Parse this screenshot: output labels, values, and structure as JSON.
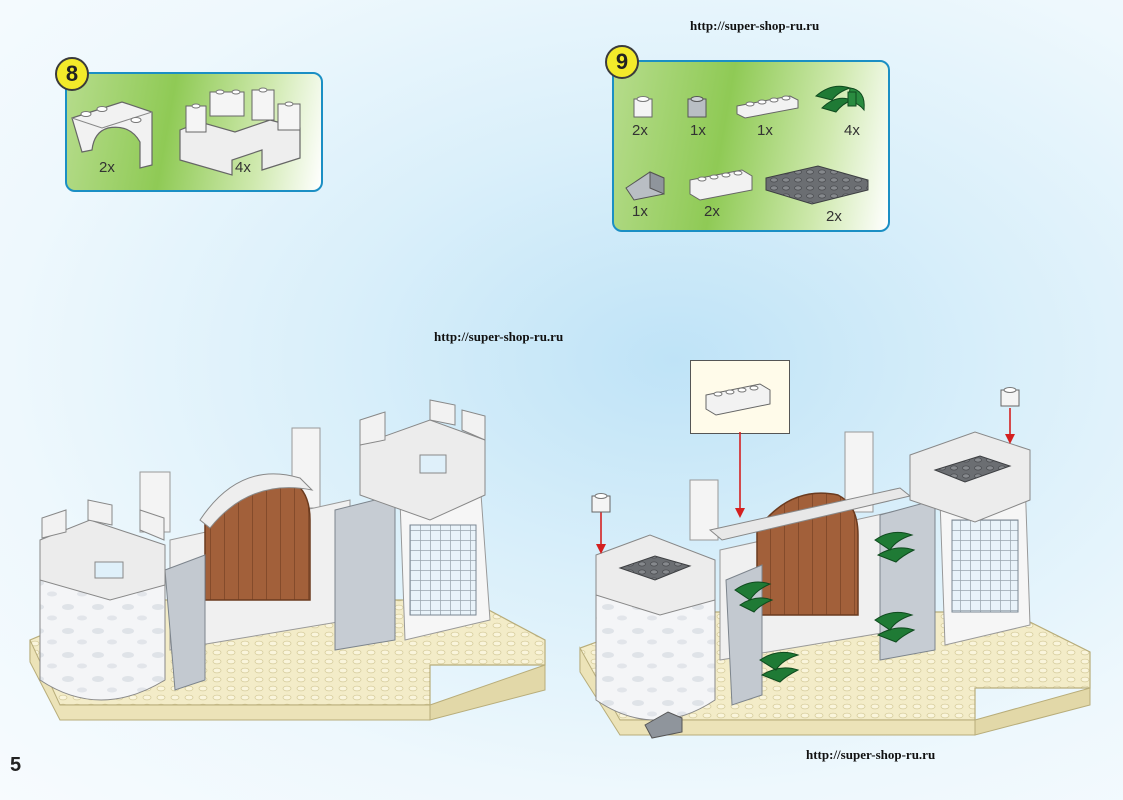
{
  "urls": {
    "top_right": "http://super-shop-ru.ru",
    "middle": "http://super-shop-ru.ru",
    "bottom_right": "http://super-shop-ru.ru"
  },
  "page_number": "5",
  "step8": {
    "number": "8",
    "parts": [
      {
        "icon": "arch-brick-icon",
        "qty": "2x"
      },
      {
        "icon": "battlement-wall-icon",
        "qty": "4x"
      }
    ]
  },
  "step9": {
    "number": "9",
    "parts": [
      {
        "icon": "white-brick-1x1-icon",
        "qty": "2x"
      },
      {
        "icon": "gray-brick-1x1-icon",
        "qty": "1x"
      },
      {
        "icon": "white-plate-1x4-icon",
        "qty": "1x"
      },
      {
        "icon": "palm-leaf-icon",
        "qty": "4x"
      },
      {
        "icon": "gray-slope-icon",
        "qty": "1x"
      },
      {
        "icon": "white-brick-1x4-icon",
        "qty": "2x"
      },
      {
        "icon": "dark-gray-plate-icon",
        "qty": "2x"
      }
    ]
  },
  "colors": {
    "panel_border": "#1b8fc4",
    "badge": "#f3ea2a",
    "brick_white": "#f2f2f2",
    "brick_gray": "#b9bec4",
    "dark_gray": "#6b6e72",
    "door_brown": "#a2603a",
    "baseplate": "#f3ecc8",
    "leaf_green": "#1f7a35",
    "arrow_red": "#d42020"
  }
}
